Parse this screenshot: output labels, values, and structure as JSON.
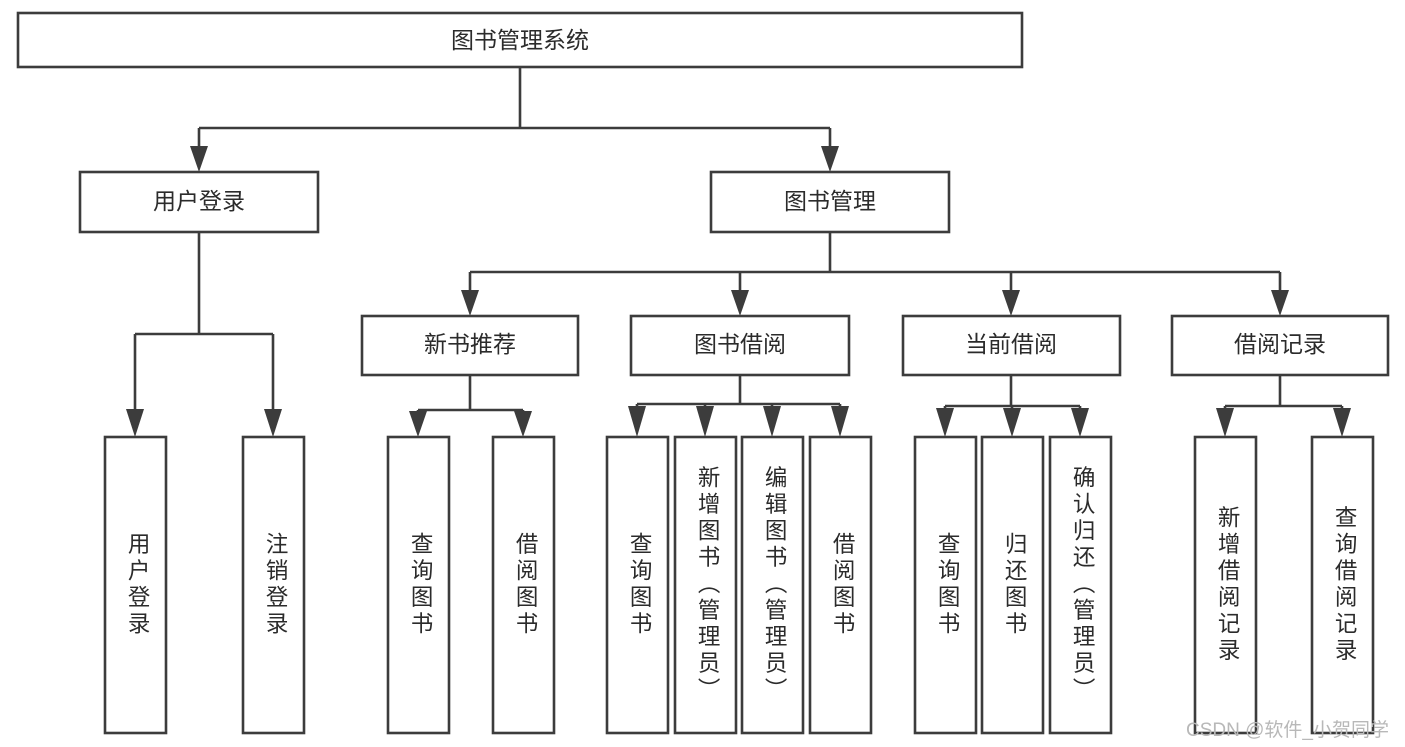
{
  "diagram": {
    "title": "图书管理系统",
    "type": "tree",
    "orientation": "top-down",
    "colors": {
      "box_stroke": "#3c3c3c",
      "box_fill": "#ffffff",
      "text": "#2b2b2b",
      "connector": "#3c3c3c",
      "background": "#ffffff",
      "watermark": "#b8b8b8"
    },
    "root": {
      "id": "root",
      "label": "图书管理系统",
      "text_orientation": "horizontal"
    },
    "level2": [
      {
        "id": "user-login",
        "label": "用户登录",
        "text_orientation": "horizontal"
      },
      {
        "id": "book-manage",
        "label": "图书管理",
        "text_orientation": "horizontal"
      }
    ],
    "level3": [
      {
        "id": "new-book-recommend",
        "label": "新书推荐",
        "parent": "book-manage",
        "text_orientation": "horizontal"
      },
      {
        "id": "book-borrow",
        "label": "图书借阅",
        "parent": "book-manage",
        "text_orientation": "horizontal"
      },
      {
        "id": "current-borrow",
        "label": "当前借阅",
        "parent": "book-manage",
        "text_orientation": "horizontal"
      },
      {
        "id": "borrow-record",
        "label": "借阅记录",
        "parent": "book-manage",
        "text_orientation": "horizontal"
      }
    ],
    "leaves": [
      {
        "id": "leaf-user-login",
        "label": "用户登录",
        "parent": "user-login",
        "text_orientation": "vertical"
      },
      {
        "id": "leaf-user-logout",
        "label": "注销登录",
        "parent": "user-login",
        "text_orientation": "vertical"
      },
      {
        "id": "leaf-query-book-1",
        "label": "查询图书",
        "parent": "new-book-recommend",
        "text_orientation": "vertical"
      },
      {
        "id": "leaf-borrow-book-1",
        "label": "借阅图书",
        "parent": "new-book-recommend",
        "text_orientation": "vertical"
      },
      {
        "id": "leaf-query-book-2",
        "label": "查询图书",
        "parent": "book-borrow",
        "text_orientation": "vertical"
      },
      {
        "id": "leaf-add-book",
        "label": "新增图书（管理员）",
        "parent": "book-borrow",
        "text_orientation": "vertical"
      },
      {
        "id": "leaf-edit-book",
        "label": "编辑图书（管理员）",
        "parent": "book-borrow",
        "text_orientation": "vertical"
      },
      {
        "id": "leaf-borrow-book-2",
        "label": "借阅图书",
        "parent": "book-borrow",
        "text_orientation": "vertical"
      },
      {
        "id": "leaf-query-book-3",
        "label": "查询图书",
        "parent": "current-borrow",
        "text_orientation": "vertical"
      },
      {
        "id": "leaf-return-book",
        "label": "归还图书",
        "parent": "current-borrow",
        "text_orientation": "vertical"
      },
      {
        "id": "leaf-confirm-return",
        "label": "确认归还（管理员）",
        "parent": "current-borrow",
        "text_orientation": "vertical"
      },
      {
        "id": "leaf-add-record",
        "label": "新增借阅记录",
        "parent": "borrow-record",
        "text_orientation": "vertical"
      },
      {
        "id": "leaf-query-record",
        "label": "查询借阅记录",
        "parent": "borrow-record",
        "text_orientation": "vertical"
      }
    ]
  },
  "watermark": {
    "text": "CSDN @软件_小贺同学"
  }
}
